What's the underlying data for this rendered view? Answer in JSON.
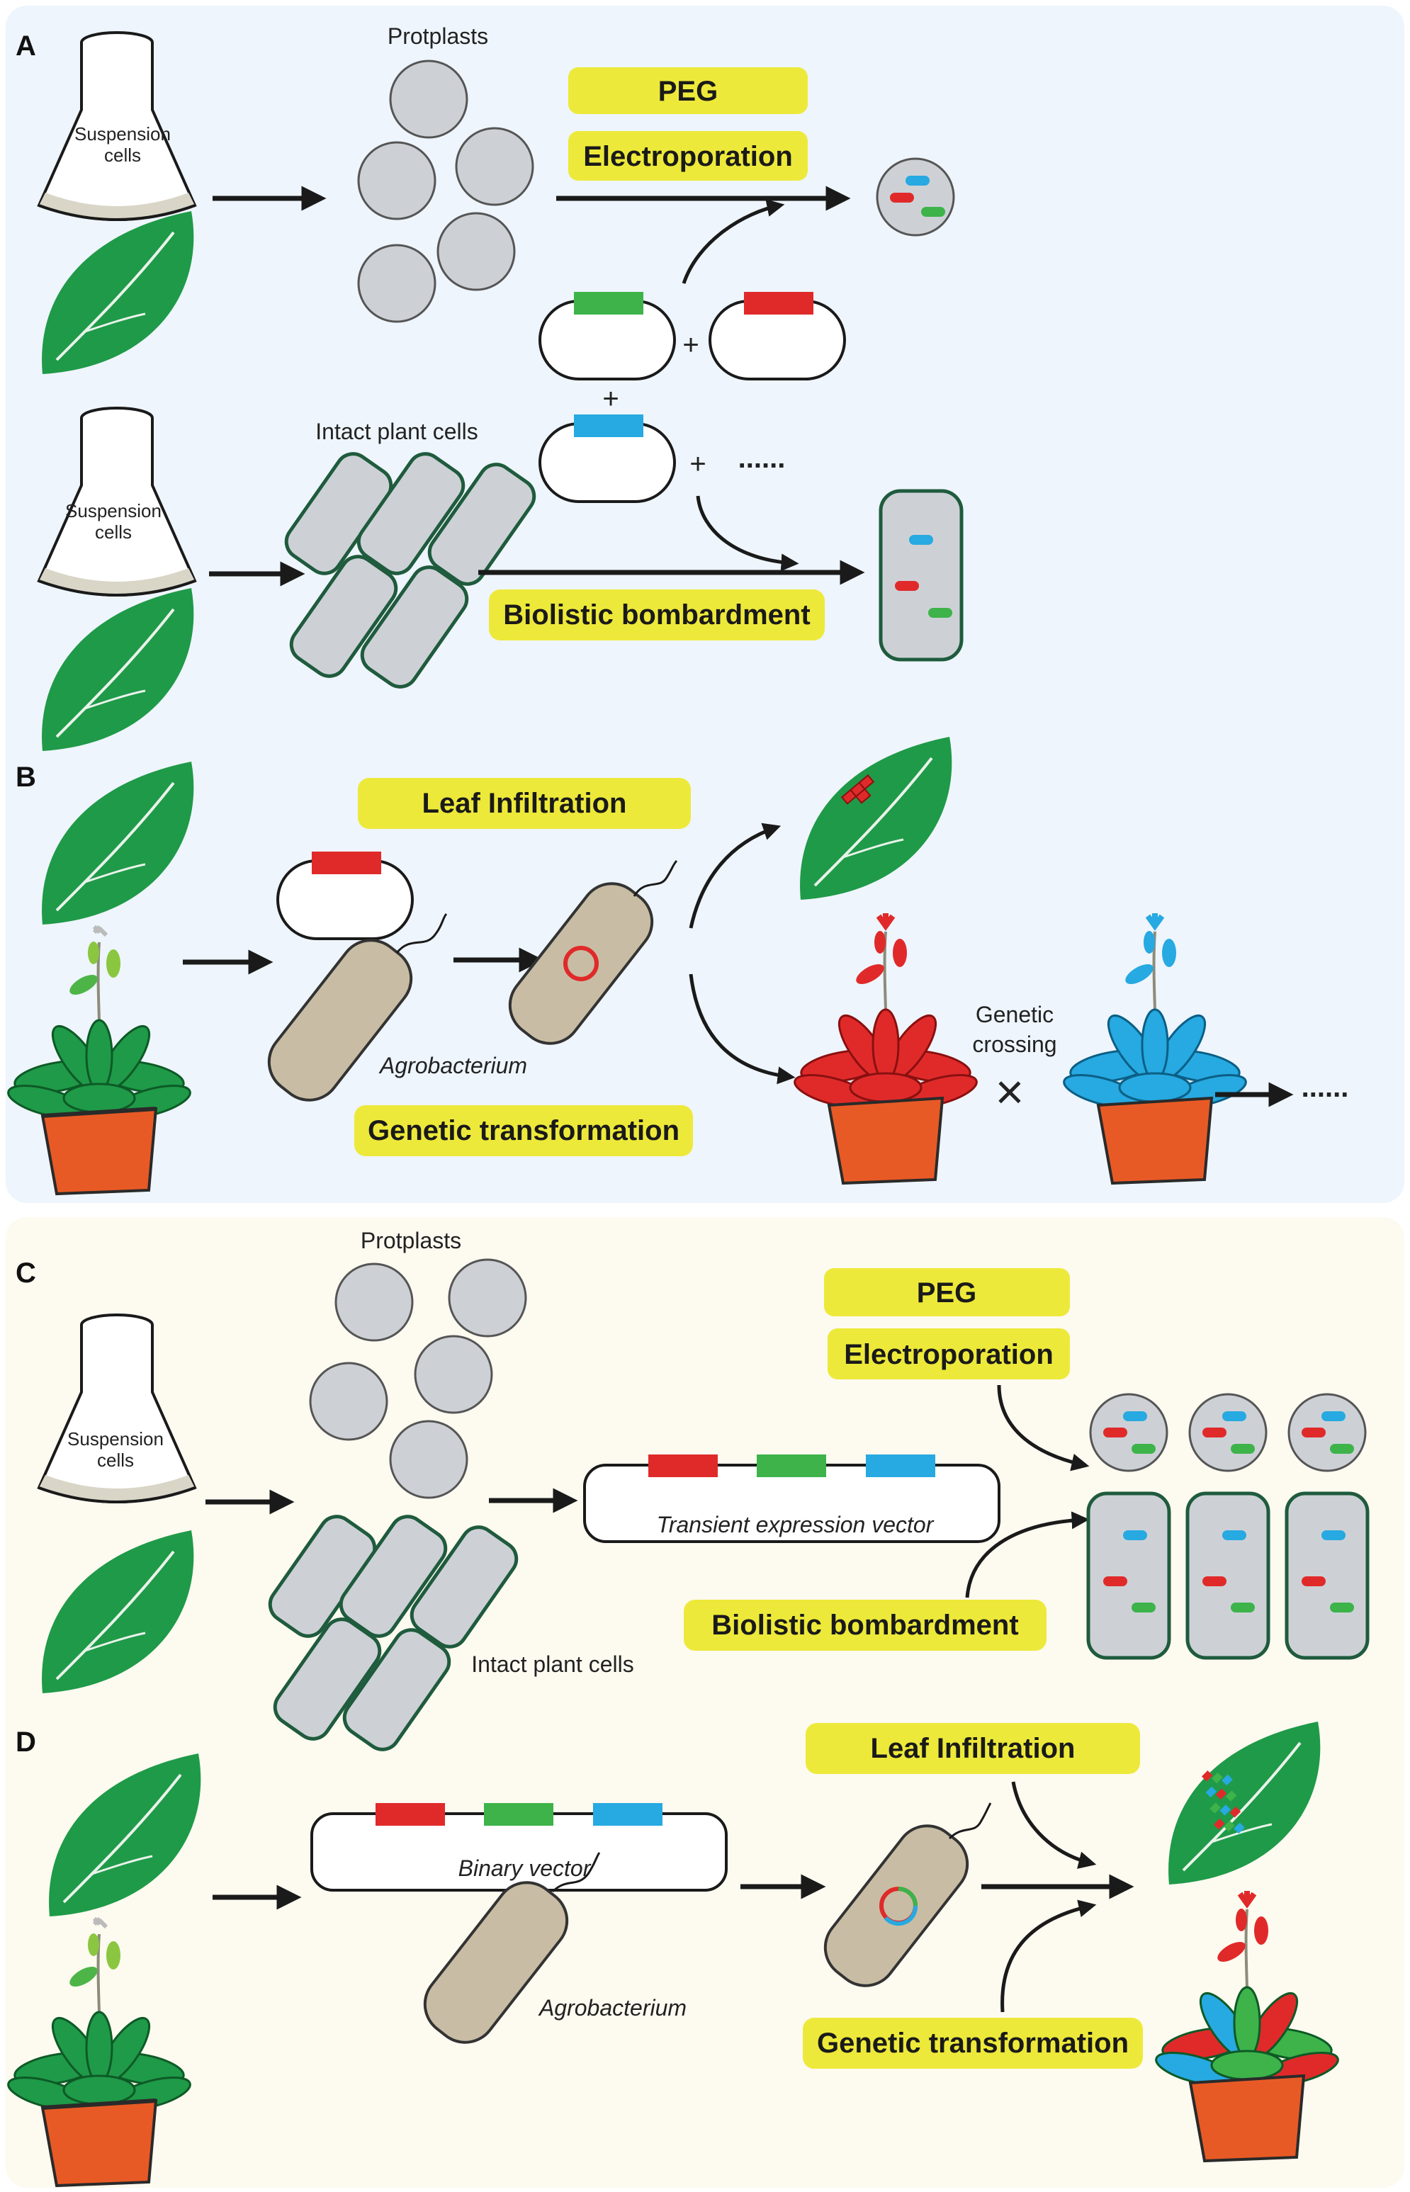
{
  "colors": {
    "panel_top_bg": "#eef5fc",
    "panel_bottom_bg": "#fdfaf0",
    "method_label_bg": "#ede93a",
    "leaf_green": "#1f9a48",
    "cell_fill": "#cdd1d6",
    "cell_border": "#1f5b3d",
    "agrobacterium_fill": "#c8bda4",
    "gene_red": "#e02a2a",
    "gene_green": "#3db34a",
    "gene_blue": "#27a9e1",
    "pot_orange": "#e85a25"
  },
  "panels": {
    "A": {
      "letter": "A",
      "flask1_label_line1": "Suspension",
      "flask1_label_line2": "cells",
      "protoplasts_label": "Protplasts",
      "method_peg": "PEG",
      "method_electroporation": "Electroporation",
      "flask2_label_line1": "Suspension",
      "flask2_label_line2": "cells",
      "intact_cells_label": "Intact plant cells",
      "plus": "+",
      "ellipsis": "......",
      "method_biolistic": "Biolistic bombardment"
    },
    "B": {
      "letter": "B",
      "method_leaf_infiltration": "Leaf Infiltration",
      "plus": "+",
      "agrobacterium_label": "Agrobacterium",
      "method_genetic_transformation": "Genetic transformation",
      "genetic_crossing_line1": "Genetic",
      "genetic_crossing_line2": "crossing",
      "cross_symbol": "×",
      "ellipsis": "......"
    },
    "C": {
      "letter": "C",
      "protoplasts_label": "Protplasts",
      "flask_label_line1": "Suspension",
      "flask_label_line2": "cells",
      "intact_cells_label": "Intact plant cells",
      "vector_label": "Transient expression vector",
      "method_peg": "PEG",
      "method_electroporation": "Electroporation",
      "method_biolistic": "Biolistic bombardment"
    },
    "D": {
      "letter": "D",
      "vector_label": "Binary vector",
      "plus": "+",
      "agrobacterium_label": "Agrobacterium",
      "method_leaf_infiltration": "Leaf Infiltration",
      "method_genetic_transformation": "Genetic transformation"
    }
  }
}
